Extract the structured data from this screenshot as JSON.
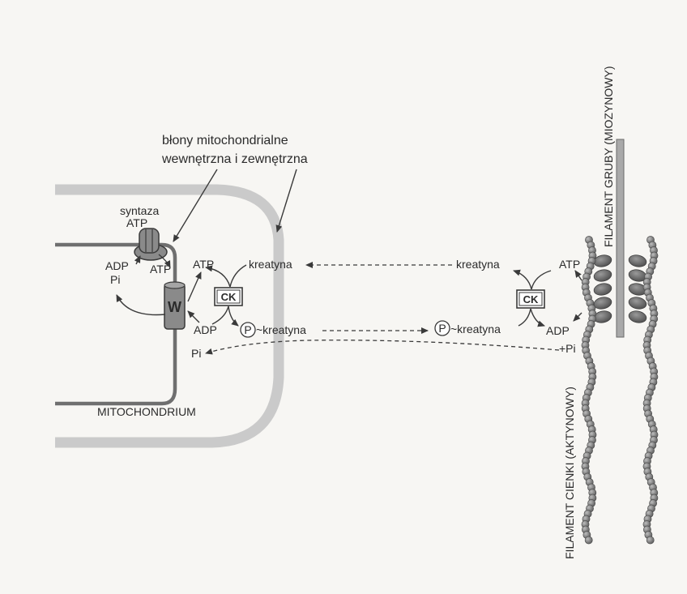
{
  "labels": {
    "membranes_line1": "błony mitochondrialne",
    "membranes_line2": "wewnętrzna i zewnętrzna",
    "synthase_line1": "syntaza",
    "synthase_line2": "ATP",
    "atp_synthase_out": "ATP",
    "adp_left": "ADP",
    "pi_left": "Pi",
    "atp_ck_left": "ATP",
    "translocase": "W",
    "adp_ck_left": "ADP",
    "pi_return": "Pi",
    "ck_left": "CK",
    "ck_right": "CK",
    "kreatyna_left": "kreatyna",
    "kreatyna_right": "kreatyna",
    "p_left": "P",
    "pcr_left": "~kreatyna",
    "p_right": "P",
    "pcr_right": "~kreatyna",
    "atp_right": "ATP",
    "adp_right": "ADP",
    "pi_right": "+Pi",
    "mitochondrium": "MITOCHONDRIUM",
    "thick_filament": "FILAMENT GRUBY (MIOZYNOWY)",
    "thin_filament": "FILAMENT CIENKI (AKTYNOWY)"
  },
  "colors": {
    "outer_membrane": "#c8c8c8",
    "inner_membrane": "#6f6f6f",
    "protein": "#8a8a8a",
    "actin_bead": "#7d7d7d",
    "myosin_head": "#6a6a6a",
    "line": "#3a3a3a"
  }
}
